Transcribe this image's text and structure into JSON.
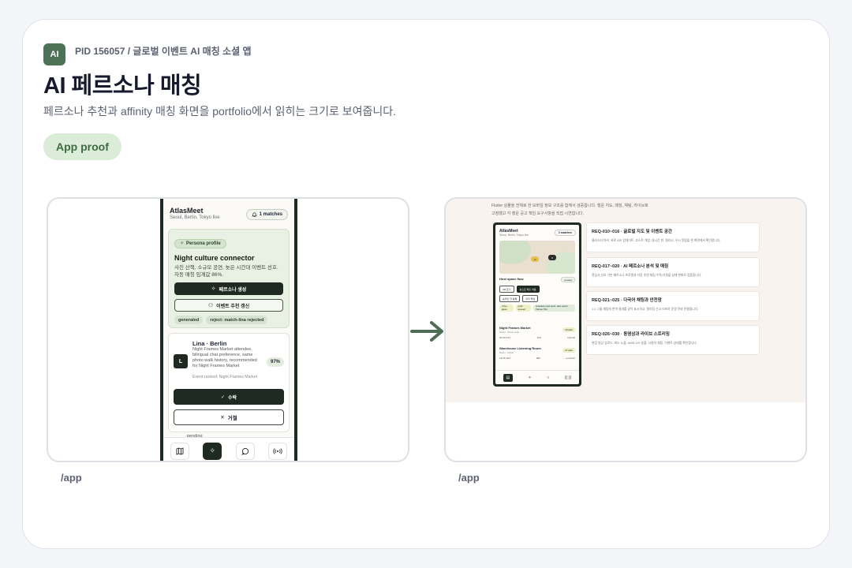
{
  "header": {
    "badge": "AI",
    "pid": "PID 156057 / 글로벌 이벤트 AI 매칭 소셜 앱",
    "title": "AI 페르소나 매칭",
    "subtitle": "페르소나 추천과 affinity 매칭 화면을 portfolio에서 읽히는 크기로 보여줍니다.",
    "proof_chip": "App proof"
  },
  "left_shot": {
    "route": "/app",
    "app_name": "AtlasMeet",
    "location": "Seoul, Berlin, Tokyo live",
    "matches": "1 matches",
    "persona": {
      "pill": "Persona profile",
      "title": "Night culture connector",
      "desc": "사진 산책, 소규모 공연, 늦은 시간대 이벤트 선호. 자동 매칭 임계값 86%.",
      "generate_button": "페르소나 생성",
      "refresh_button": "이벤트 추천 갱신",
      "tags": [
        "generated",
        "reject: match-lina rejected"
      ]
    },
    "person": {
      "avatar": "L",
      "name": "Lina · Berlin",
      "bio": "Night Frames Market attendee, bilingual chat preference, same photo walk history, recommended for Night Frames Market",
      "note": "Event-ranked: Night Frames Market",
      "score": "97%",
      "accept": "수락",
      "reject": "거절"
    },
    "pending": "pending",
    "nav": [
      "map-icon",
      "sparkle-icon",
      "chat-icon",
      "broadcast-icon"
    ]
  },
  "right_shot": {
    "route": "/app",
    "intro": "Flutter 실물을 전체로 한 모바일 정보 구조를 함께서 검증합니다. 행운 지도, 매칭, 채팅, 라이브로 고정했고 각 행운 공고 책임 요구사항을 직접 시연합니다.",
    "mini": {
      "app_name": "AtlasMeet",
      "location": "Seoul, Berlin, Tokyo live",
      "matches": "2 matches",
      "pins": [
        "12",
        "8"
      ],
      "section_title": "Host space flow",
      "created": "created",
      "buttons": [
        "AR 포기",
        "호스트 매출 처음",
        "승리인 한 동록",
        "우리 핵심"
      ],
      "chips": [
        "3 live\nglass",
        "push\nqueued",
        "schedule-push push-\nalert sesult frames-70m"
      ],
      "list": [
        {
          "name": "Night Frames Market",
          "sub": "Seoul · Photo walk",
          "badge": "19 plan",
          "meta": [
            "20:30 KST",
            "420",
            "hybrids"
          ]
        },
        {
          "name": "Warehouse Listening Room",
          "sub": "Berlin · Music",
          "badge": "27 plan",
          "meta": [
            "19:05 CET",
            "680",
            "eu-berlin"
          ]
        }
      ]
    },
    "requirements": [
      {
        "title": "REQ-010~016 · 글로벌 지도 및 이벤트 공간",
        "desc": "클러스터 마커, 위로 API 업데이트, 호스트 개업, 실시간 핀, 컬러시, 우시 알림을 한 화면에서 확인합니다."
      },
      {
        "title": "REQ-017~020 · AI 페르소나 분석 및 매칭",
        "desc": "관심사 선호 기반 페르소나 프로필과 자동 추천 채팅 수락/거절을 상태 변화로 검증합니다."
      },
      {
        "title": "REQ-021~025 · 다국어 채팅과 안전망",
        "desc": "1:1 그룹 채팅에 번역 결과를 같이 표시하고, 팔라링 신고 리포야 운영 큐와 연결됩니다."
      },
      {
        "title": "REQ-026~030 · 동영상과 라이브 스트리밍",
        "desc": "현장 영상 업로드, 피드 노출, AWS IVS 송출, 시청자 채팅, 이벤트 상태를 확인합니다."
      }
    ]
  },
  "colors": {
    "accent_green": "#4d7357",
    "dark_green": "#1f2a22",
    "chip_bg": "#dbecd8",
    "arrow": "#4e6d56"
  }
}
